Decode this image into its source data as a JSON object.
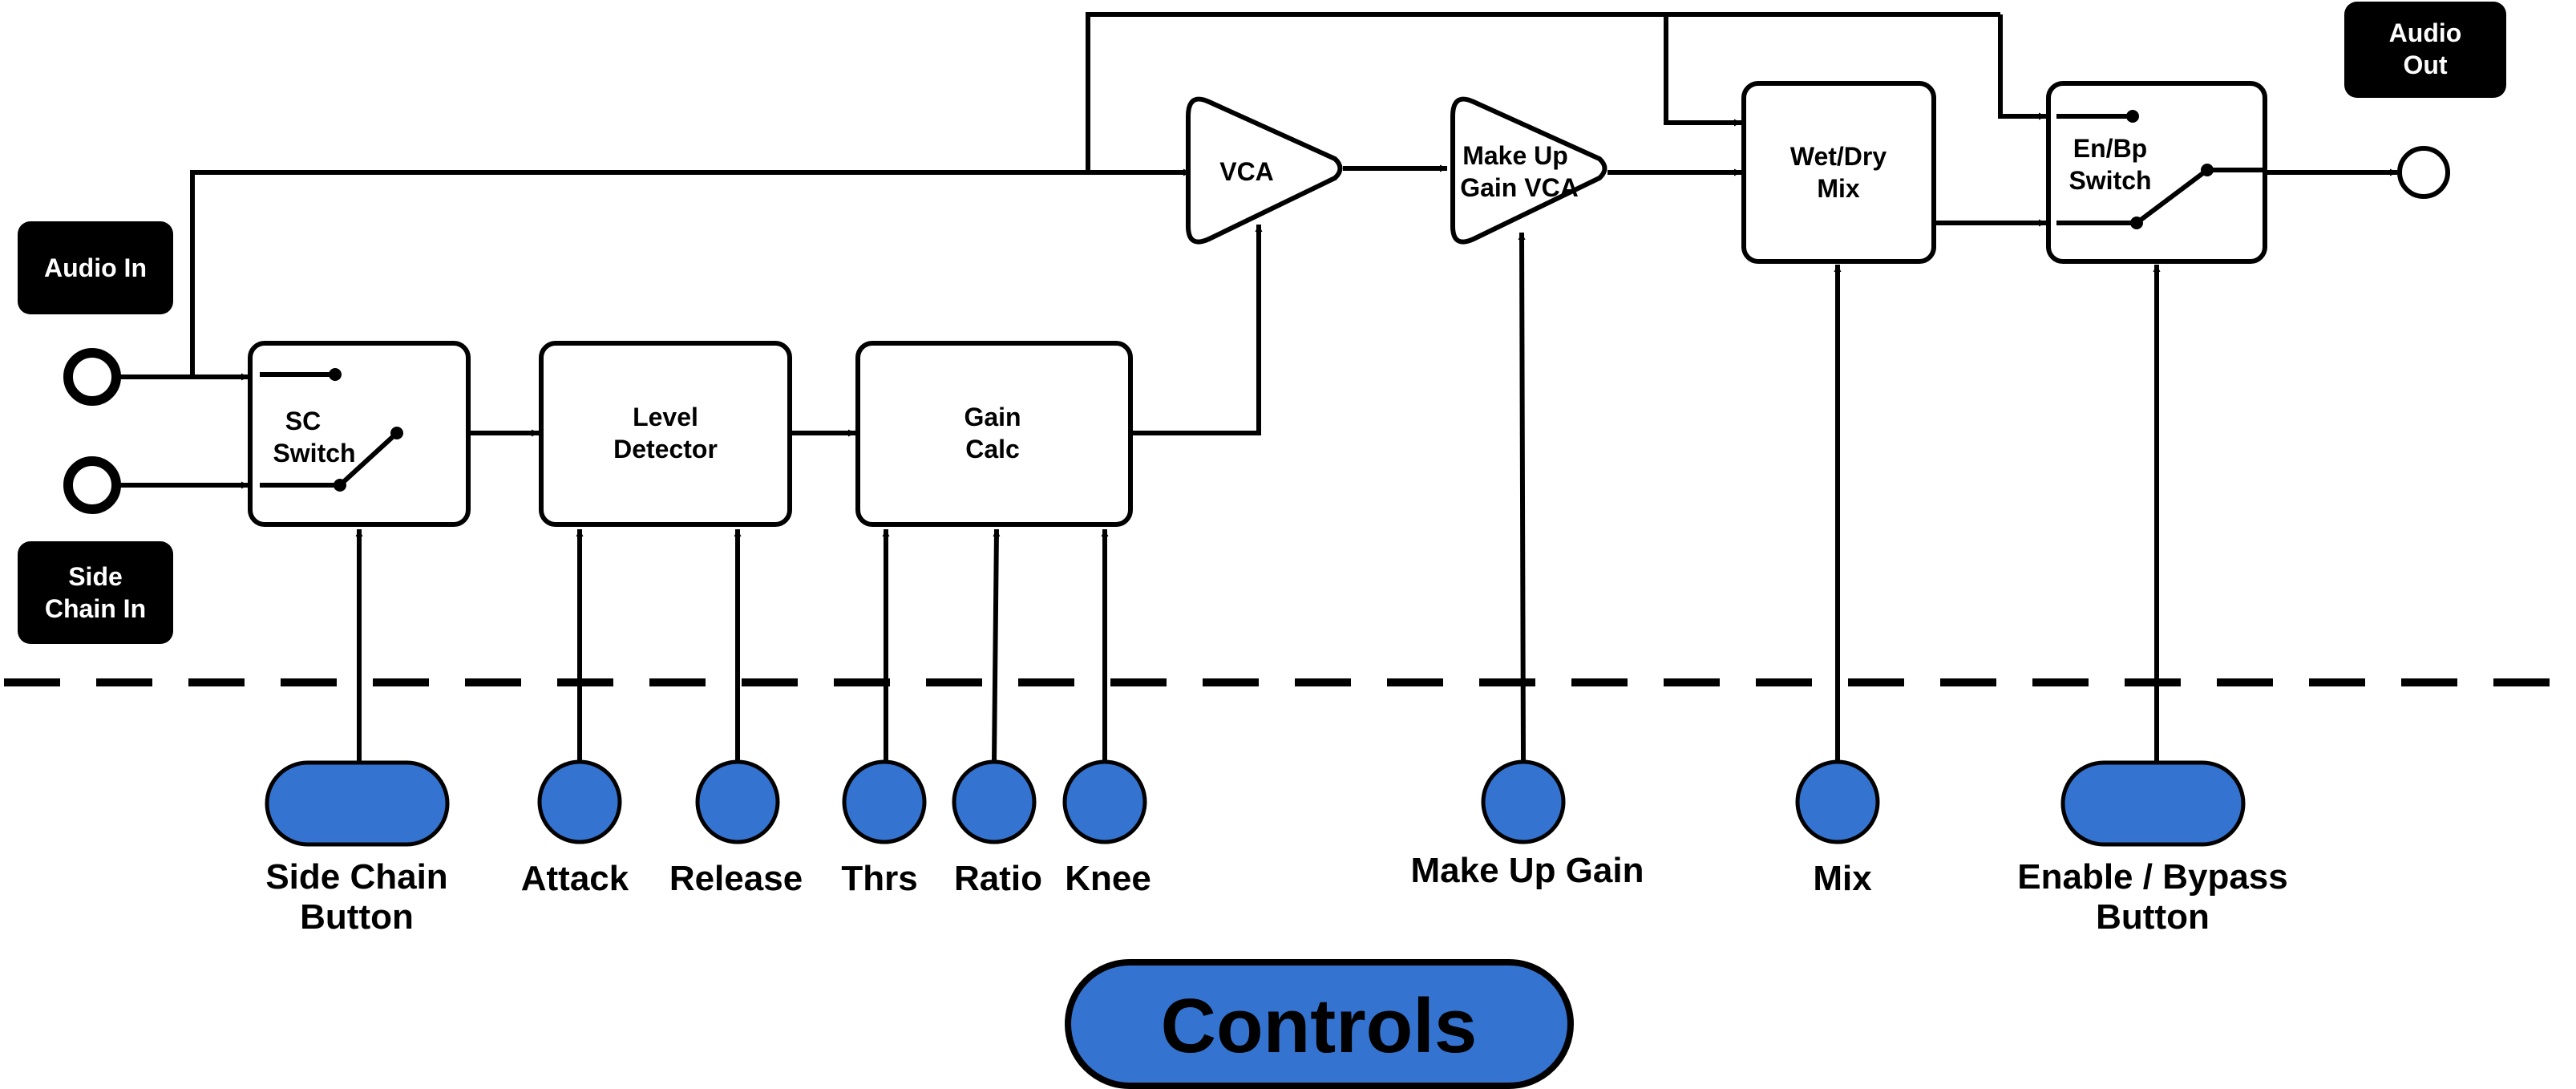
{
  "io": {
    "audio_in": [
      "Audio In"
    ],
    "side_chain_in": [
      "Side",
      "Chain In"
    ],
    "audio_out": [
      "Audio",
      "Out"
    ]
  },
  "blocks": {
    "sc_switch": [
      "SC",
      "Switch"
    ],
    "level_detector": [
      "Level",
      "Detector"
    ],
    "gain_calc": [
      "Gain",
      "Calc"
    ],
    "vca": [
      "VCA"
    ],
    "makeup_vca": [
      "Make Up",
      "Gain VCA"
    ],
    "wet_dry": [
      "Wet/Dry",
      "Mix"
    ],
    "en_bp": [
      "En/Bp",
      "Switch"
    ]
  },
  "controls": {
    "side_chain_button": [
      "Side Chain",
      "Button"
    ],
    "attack": "Attack",
    "release": "Release",
    "thrs": "Thrs",
    "ratio": "Ratio",
    "knee": "Knee",
    "make_up_gain": "Make Up Gain",
    "mix": "Mix",
    "enable_bypass_button": [
      "Enable / Bypass",
      "Button"
    ]
  },
  "footer": {
    "controls_label": "Controls"
  },
  "colors": {
    "control_fill": "#3473cf",
    "io_badge": "#000000",
    "line": "#000000"
  }
}
